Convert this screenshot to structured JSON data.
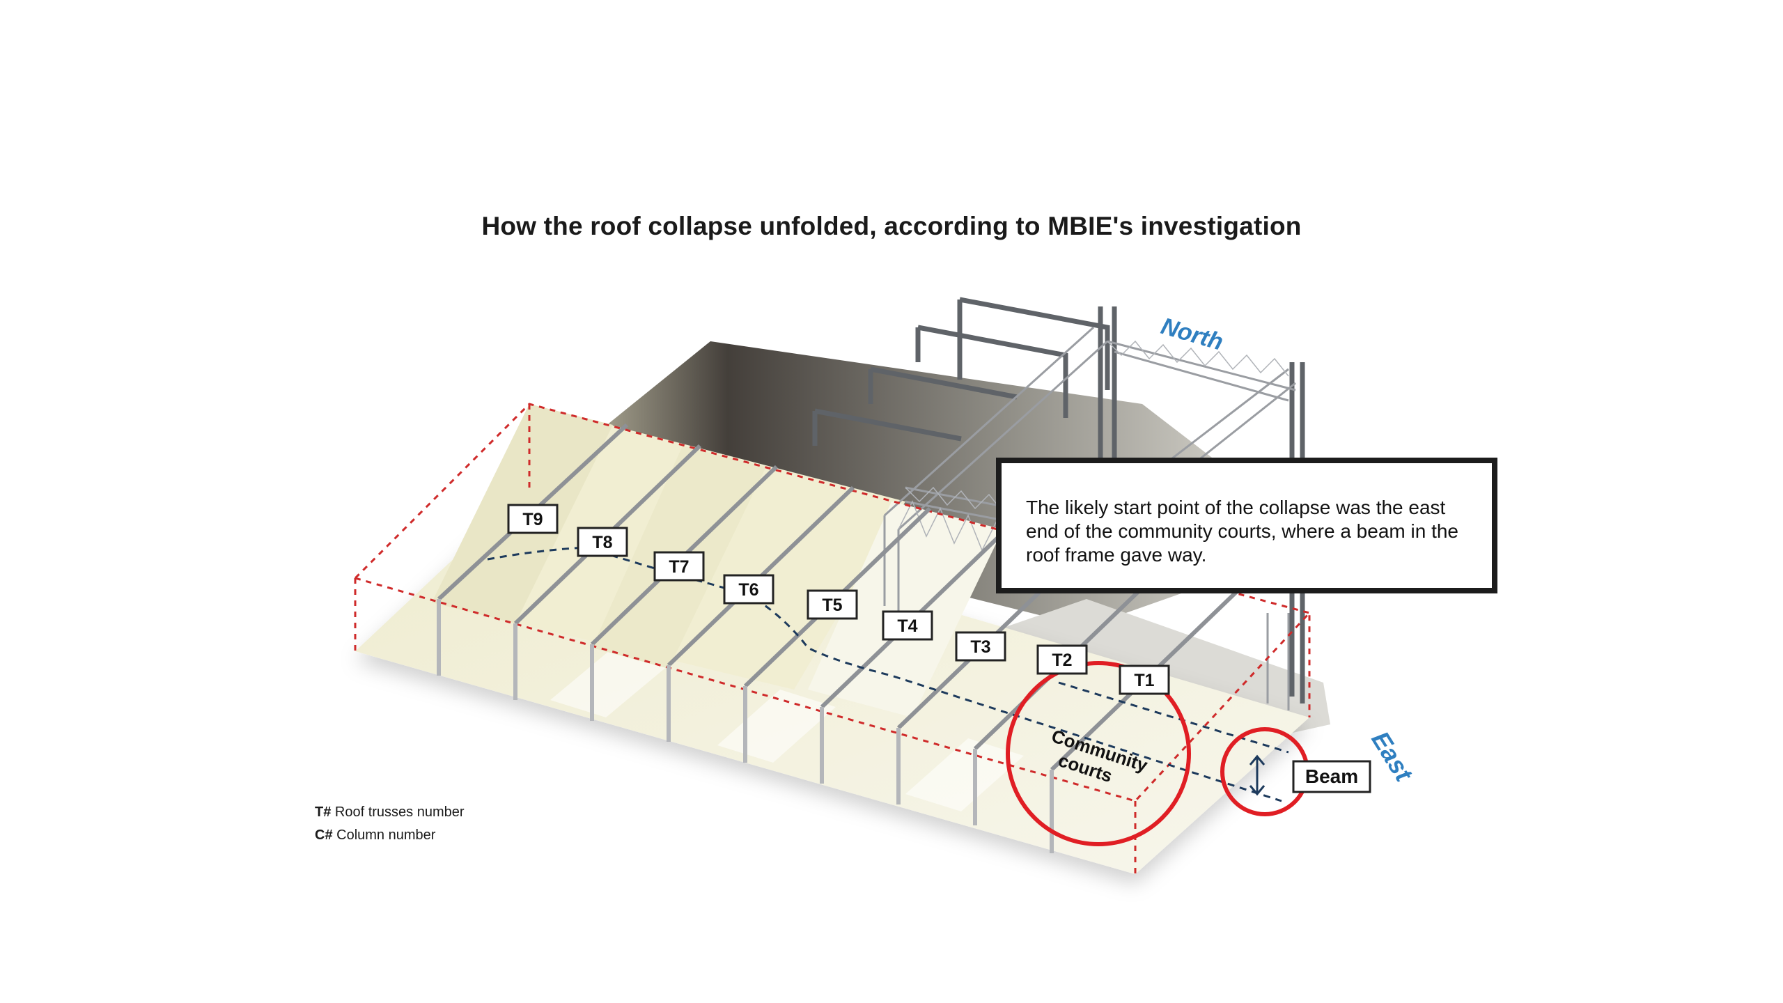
{
  "title": "How the roof collapse unfolded, according to MBIE's investigation",
  "compass": {
    "north": "North",
    "east": "East"
  },
  "trusses": [
    "T1",
    "T2",
    "T3",
    "T4",
    "T5",
    "T6",
    "T7",
    "T8",
    "T9"
  ],
  "area_label": {
    "line1": "Community",
    "line2": "courts"
  },
  "beam_label": "Beam",
  "callout": "The likely start point of the collapse was the east end of the community courts, where a beam in the roof frame gave way.",
  "legend": [
    {
      "key": "T#",
      "text": "Roof trusses number"
    },
    {
      "key": "C#",
      "text": "Column number"
    }
  ],
  "colors": {
    "highlight": "#e01e24",
    "compass": "#2f7fc0",
    "roof": "#f3f0d6",
    "dashed": "#cf2a2a",
    "path": "#1d3a5c"
  }
}
